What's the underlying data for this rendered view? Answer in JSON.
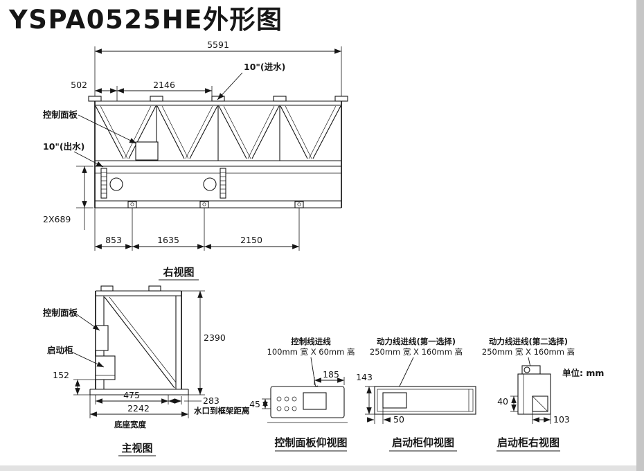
{
  "page": {
    "title": "YSPA0525HE外形图",
    "title_color": "#4053a8",
    "unit_note": "单位: mm"
  },
  "right_view": {
    "title": "右视图",
    "label_control_panel": "控制面板",
    "label_inlet": "10\"(进水)",
    "label_outlet": "10\"(出水)",
    "dim_total": "5591",
    "dim_502": "502",
    "dim_2146": "2146",
    "dim_2x689": "2X689",
    "dim_853": "853",
    "dim_1635": "1635",
    "dim_2150": "2150"
  },
  "front_view": {
    "title": "主视图",
    "label_control_panel": "控制面板",
    "label_starter": "启动柜",
    "label_base_width": "底座宽度",
    "label_port_frame": "水口到框架距离",
    "dim_2390": "2390",
    "dim_152": "152",
    "dim_475": "475",
    "dim_283": "283",
    "dim_2242": "2242"
  },
  "cp_bottom_view": {
    "title": "控制面板仰视图",
    "note1": "控制线进线",
    "note2": "100mm 宽 X 60mm 高",
    "dim_185": "185",
    "dim_45": "45"
  },
  "sc_bottom_view": {
    "title": "启动柜仰视图",
    "note1": "动力线进线(第一选择)",
    "note2": "250mm 宽 X 160mm 高",
    "dim_143": "143",
    "dim_50": "50"
  },
  "sc_right_view": {
    "title": "启动柜右视图",
    "note1": "动力线进线(第二选择)",
    "note2": "250mm 宽 X 160mm 高",
    "dim_40": "40",
    "dim_103": "103"
  }
}
